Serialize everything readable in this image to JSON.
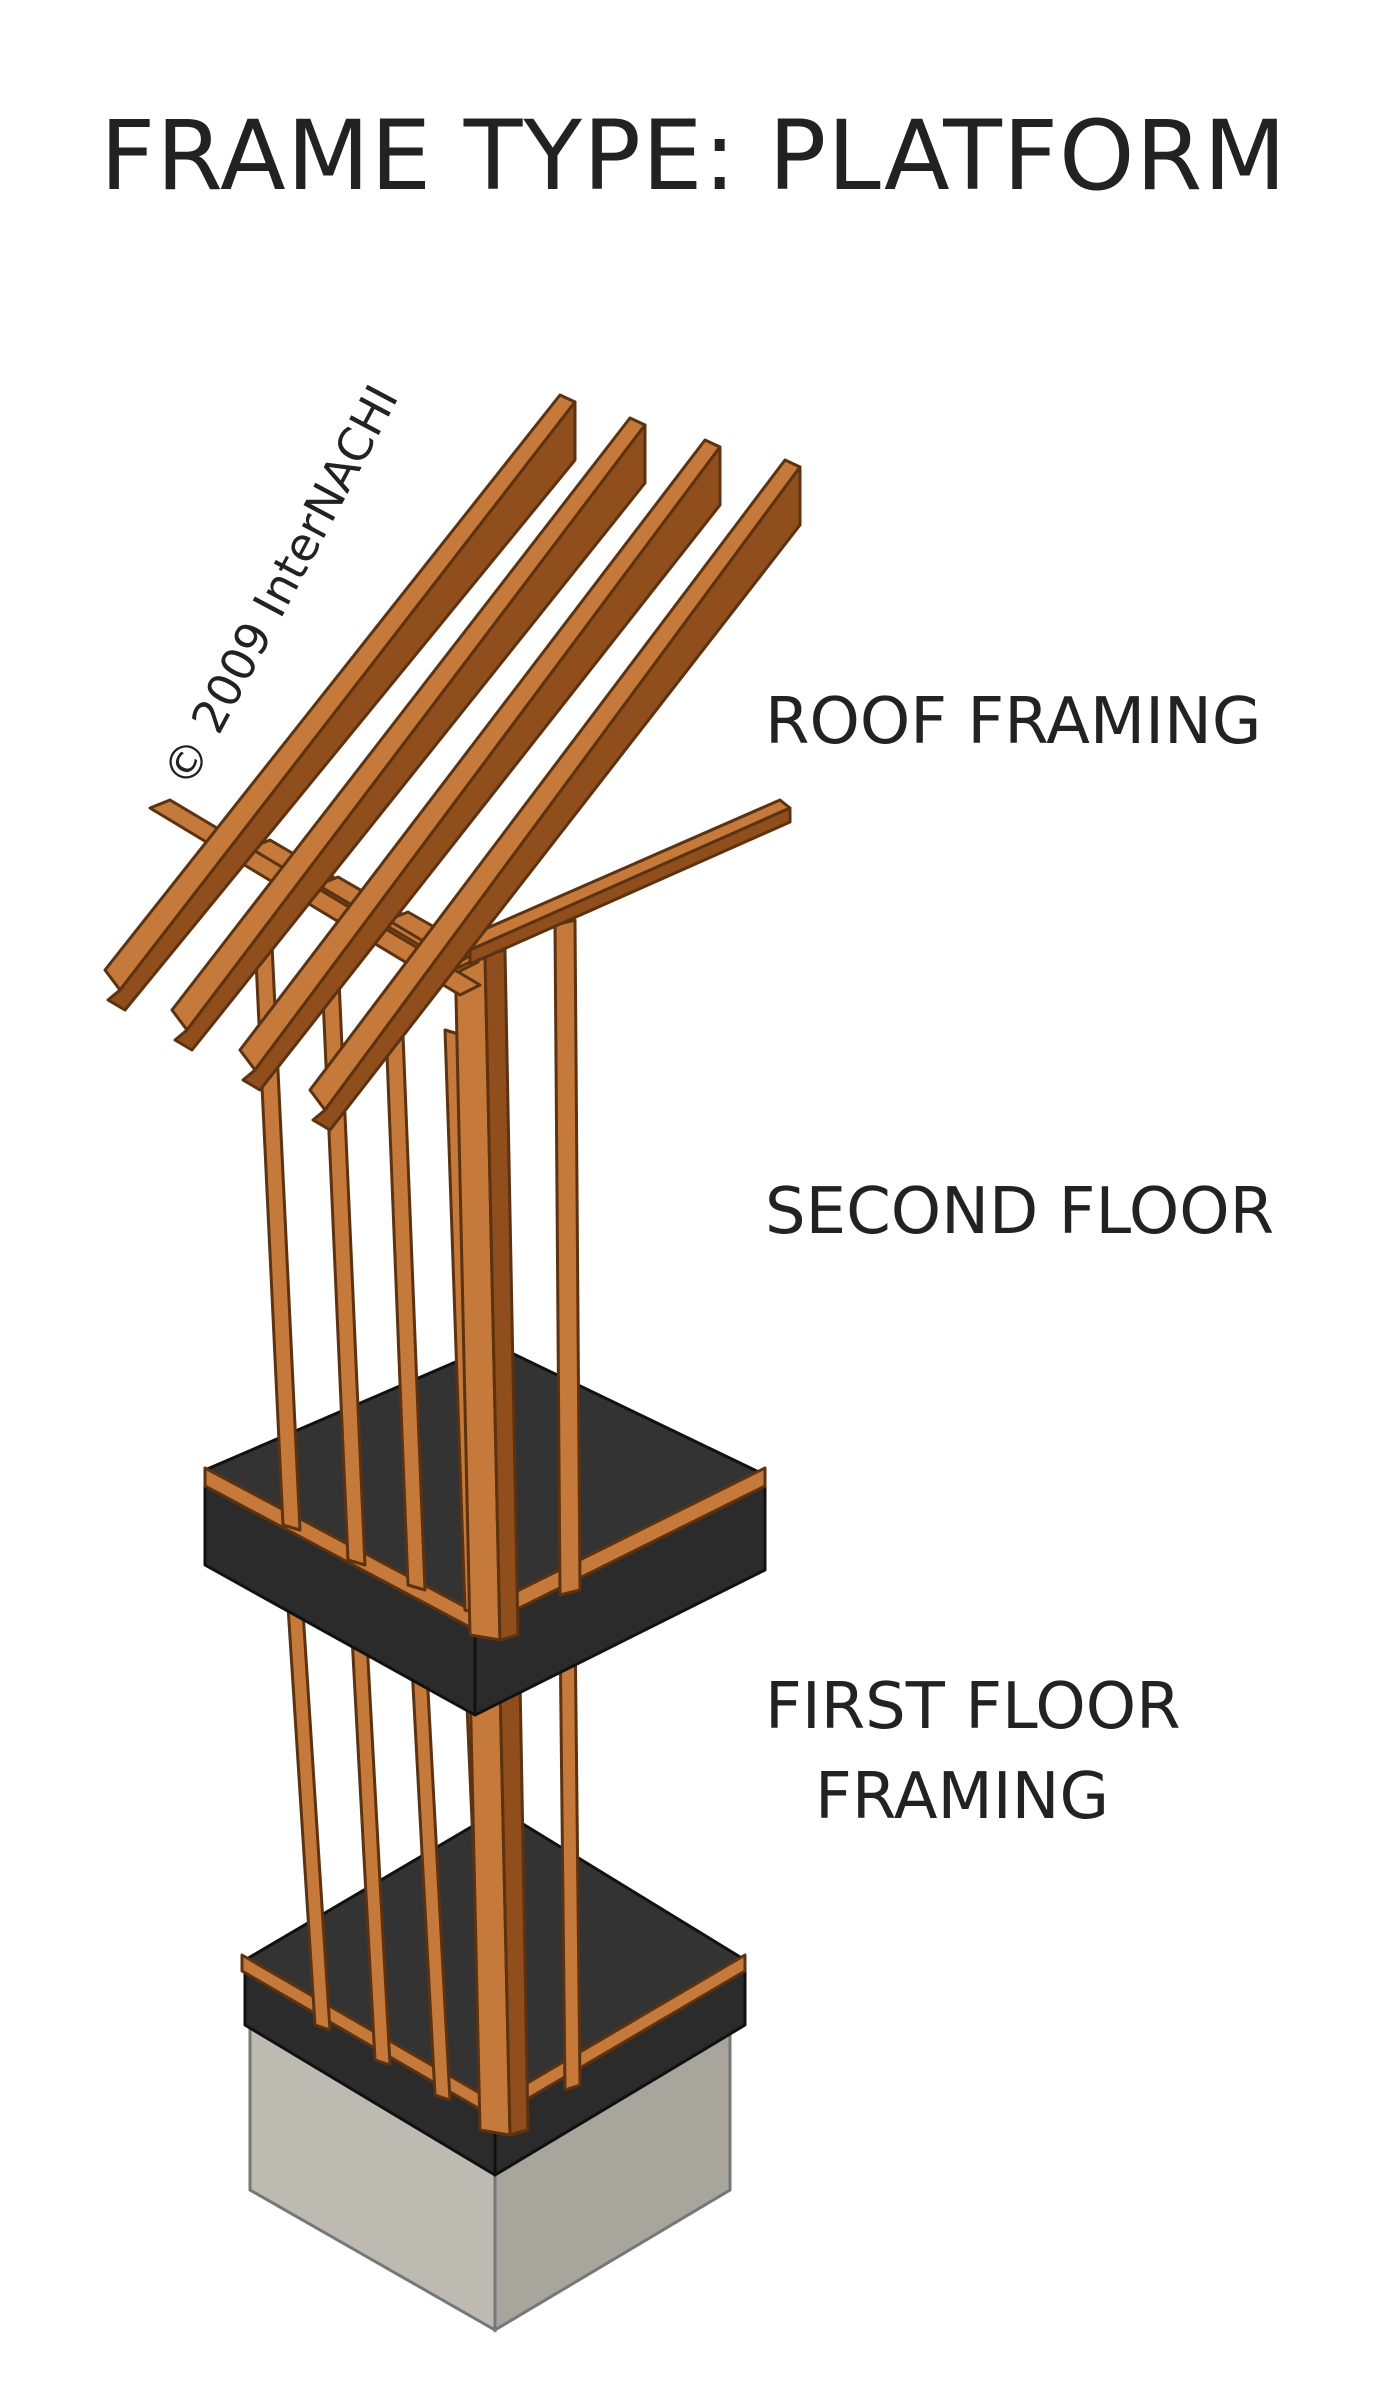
{
  "title": "FRAME TYPE: PLATFORM",
  "labels": {
    "roof": "ROOF FRAMING",
    "second_floor": "SECOND FLOOR",
    "first_floor_line1": "FIRST FLOOR",
    "first_floor_line2": "FRAMING"
  },
  "copyright": "© 2009 InterNACHI",
  "colors": {
    "wood_face": "#c5793a",
    "wood_side": "#8f4e1c",
    "wood_edge": "#5c3210",
    "floor_deck": "#2b2b2b",
    "foundation": "#bdbab2"
  }
}
